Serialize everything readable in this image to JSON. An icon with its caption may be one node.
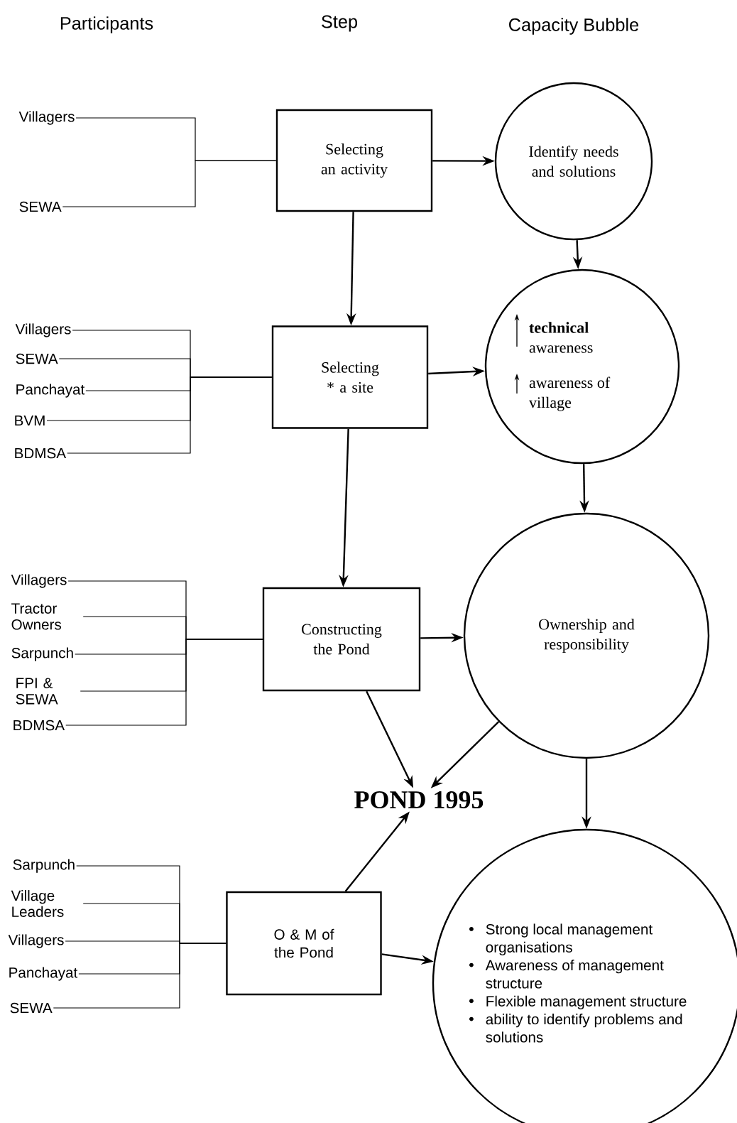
{
  "diagram": {
    "nodes": [
      {
        "text": [
          "Villagers"
        ]
      },
      {
        "text": [
          "SEWA"
        ]
      },
      {
        "text": [
          "Selecting an activity"
        ]
      },
      {
        "text": [
          "Identify needs and solutions"
        ]
      },
      {
        "text": [
          "Villagers"
        ]
      },
      {
        "text": [
          "SEWA"
        ]
      },
      {
        "text": [
          "Panchayat"
        ]
      },
      {
        "text": [
          "BVM"
        ]
      },
      {
        "text": [
          "BDMSA"
        ]
      },
      {
        "text": [
          "Selecting * a site"
        ]
      },
      {
        "text": [
          "**technical** awareness",
          "awareness of village"
        ]
      },
      {
        "text": [
          "Villagers"
        ]
      },
      {
        "text": [
          "Tractor Owners"
        ]
      },
      {
        "text": [
          "Sarpunch"
        ]
      },
      {
        "text": [
          "FPI & SEWA"
        ]
      },
      {
        "text": [
          "BDMSA"
        ]
      },
      {
        "text": [
          "Constructing the Pond"
        ]
      },
      {
        "text": [
          "Ownership and responsibility"
        ]
      },
      {
        "text": [
          "POND 1995"
        ]
      },
      {
        "text": [
          "Sarpunch"
        ]
      },
      {
        "text": [
          "Village Leaders"
        ]
      },
      {
        "text": [
          "Villagers"
        ]
      },
      {
        "text": [
          "Panchayat"
        ]
      },
      {
        "text": [
          "SEWA"
        ]
      },
      {
        "text": [
          "O & M of the Pond"
        ]
      },
      {
        "text": [
          "Strong local management organisations",
          "Awareness of management structure",
          "Flexible management structure",
          "ability to identify problems and solutions"
        ]
      }
    ],
    "edges": [
      {
        "from": 0,
        "to": 2,
        "arrow": "none"
      },
      {
        "from": 1,
        "to": 2,
        "arrow": "none"
      },
      {
        "from": 2,
        "to": 3,
        "arrow": "to"
      },
      {
        "from": 2,
        "to": 9,
        "arrow": "to"
      },
      {
        "from": 3,
        "to": 10,
        "arrow": "to"
      },
      {
        "from": 4,
        "to": 9,
        "arrow": "none"
      },
      {
        "from": 5,
        "to": 9,
        "arrow": "none"
      },
      {
        "from": 6,
        "to": 9,
        "arrow": "none"
      },
      {
        "from": 7,
        "to": 9,
        "arrow": "none"
      },
      {
        "from": 8,
        "to": 9,
        "arrow": "none"
      },
      {
        "from": 9,
        "to": 10,
        "arrow": "to"
      },
      {
        "from": 9,
        "to": 16,
        "arrow": "to"
      },
      {
        "from": 10,
        "to": 17,
        "arrow": "to"
      },
      {
        "from": 11,
        "to": 16,
        "arrow": "none"
      },
      {
        "from": 12,
        "to": 16,
        "arrow": "none"
      },
      {
        "from": 13,
        "to": 16,
        "arrow": "none"
      },
      {
        "from": 14,
        "to": 16,
        "arrow": "none"
      },
      {
        "from": 15,
        "to": 16,
        "arrow": "none"
      },
      {
        "from": 16,
        "to": 17,
        "arrow": "to"
      },
      {
        "from": 16,
        "to": 18,
        "arrow": "to"
      },
      {
        "from": 17,
        "to": 18,
        "arrow": "to"
      },
      {
        "from": 17,
        "to": 25,
        "arrow": "to"
      },
      {
        "from": 19,
        "to": 24,
        "arrow": "none"
      },
      {
        "from": 20,
        "to": 24,
        "arrow": "none"
      },
      {
        "from": 21,
        "to": 24,
        "arrow": "none"
      },
      {
        "from": 22,
        "to": 24,
        "arrow": "none"
      },
      {
        "from": 23,
        "to": 24,
        "arrow": "none"
      },
      {
        "from": 24,
        "to": 18,
        "arrow": "to"
      },
      {
        "from": 24,
        "to": 25,
        "arrow": "to"
      }
    ],
    "labels": [
      "Participants",
      "Step",
      "Capacity Bubble"
    ]
  }
}
